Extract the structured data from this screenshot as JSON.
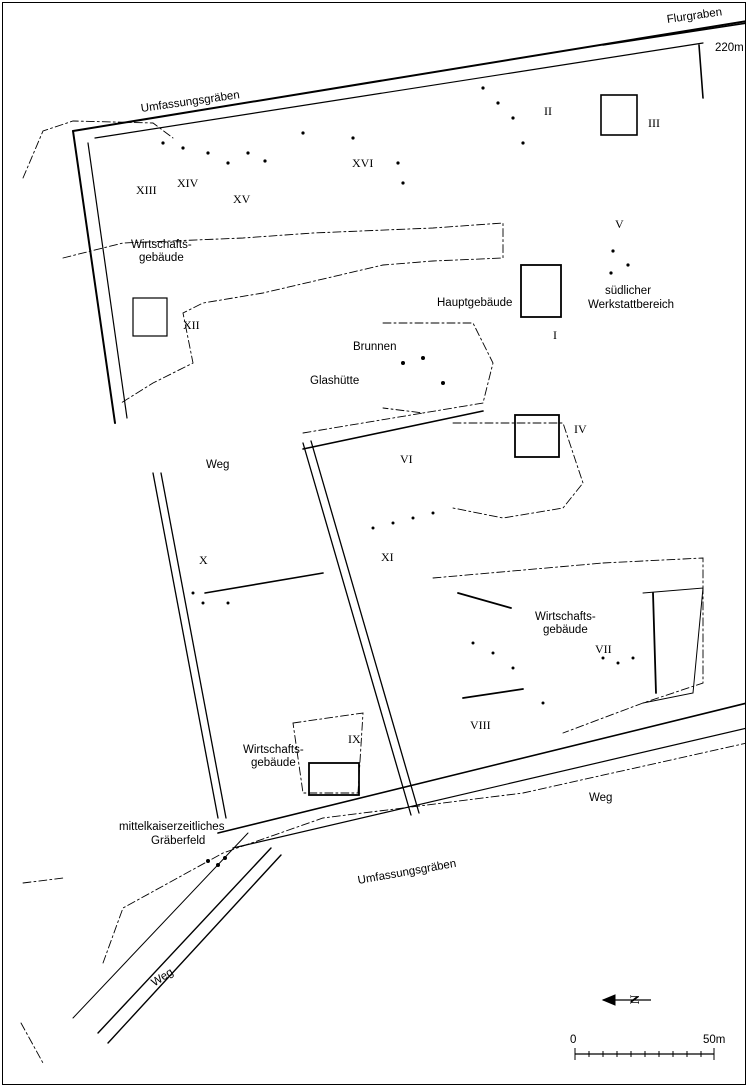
{
  "map": {
    "labels": {
      "flurgraben": "Flurgraben",
      "distance_220": "220m",
      "umfassung_north": "Umfassungsgräben",
      "umfassung_south": "Umfassungsgräben",
      "wirtschaft_nw_1": "Wirtschafts-",
      "wirtschaft_nw_2": "gebäude",
      "wirtschaft_e_1": "Wirtschafts-",
      "wirtschaft_e_2": "gebäude",
      "wirtschaft_s_1": "Wirtschafts-",
      "wirtschaft_s_2": "gebäude",
      "hauptgebaeude": "Hauptgebäude",
      "suedlicher": "südlicher",
      "werkstatt": "Werkstattbereich",
      "brunnen": "Brunnen",
      "glashuette": "Glashütte",
      "weg_west": "Weg",
      "weg_east": "Weg",
      "weg_sw": "Weg",
      "graeber_1": "mittelkaiserzeitliches",
      "graeber_2": "Gräberfeld"
    },
    "building_numbers": {
      "I": "I",
      "II": "II",
      "III": "III",
      "IV": "IV",
      "V": "V",
      "VI": "VI",
      "VII": "VII",
      "VIII": "VIII",
      "IX": "IX",
      "X": "X",
      "XI": "XI",
      "XII": "XII",
      "XIII": "XIII",
      "XIV": "XIV",
      "XV": "XV",
      "XVI": "XVI"
    },
    "scale_bar": {
      "start_label": "0",
      "end_label": "50m",
      "length_m": 50
    },
    "north_arrow": {
      "icon": "north-arrow-icon",
      "glyph": "N"
    },
    "colors": {
      "ink": "#000000",
      "paper": "#ffffff"
    }
  }
}
